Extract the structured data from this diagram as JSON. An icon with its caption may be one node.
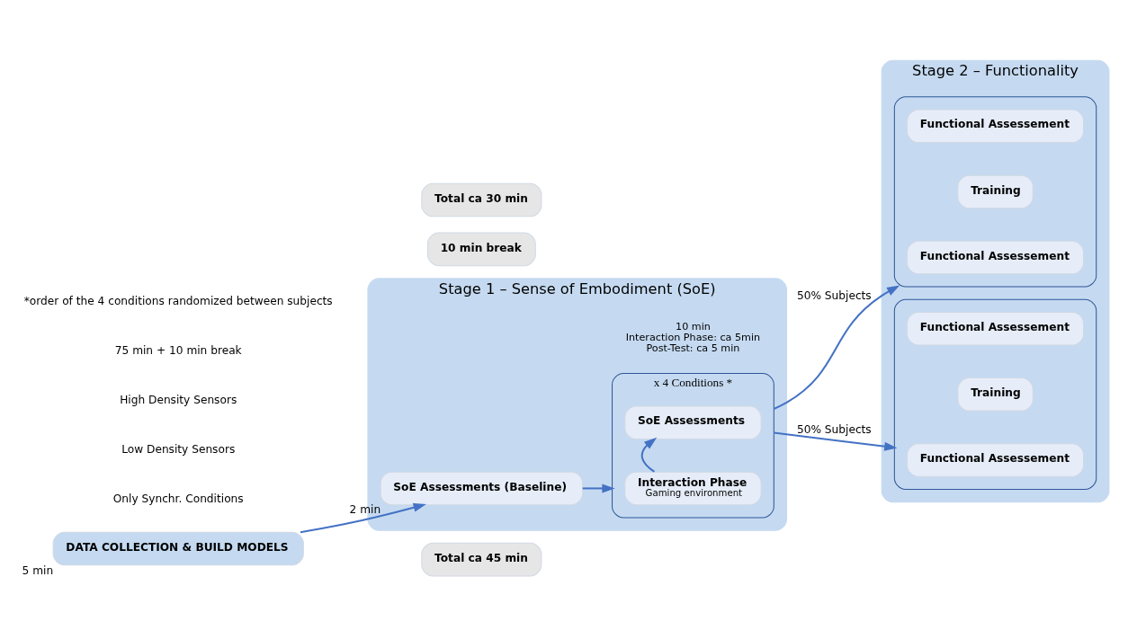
{
  "diagram": {
    "nodes": [
      {
        "text": [
          "DATA COLLECTION & BUILD MODELS"
        ],
        "beside": [
          "5 min"
        ]
      },
      {
        "text": [
          "Stage 1 – Sense of Embodiment (SoE)"
        ]
      },
      {
        "text": [
          "SoE Assessments (Baseline)"
        ],
        "in": 1,
        "beside": [
          "2 min"
        ]
      },
      {
        "text": [
          "x 4 Conditions *"
        ],
        "in": 1,
        "beside": [
          "10 min",
          "Interaction Phase: ca 5min",
          "Post-Test: ca 5 min"
        ]
      },
      {
        "text": [
          "Interaction Phase",
          "Gaming environment"
        ],
        "in": 3
      },
      {
        "text": [
          "SoE Assessments"
        ],
        "in": 3
      },
      {
        "text": [
          "Stage 2 – Functionality"
        ]
      },
      {
        "text": [],
        "shape": "box",
        "in": 6
      },
      {
        "text": [
          "Functional Assessement"
        ],
        "in": 7
      },
      {
        "text": [
          "Training"
        ],
        "in": 7
      },
      {
        "text": [
          "Functional Assessement"
        ],
        "in": 7
      },
      {
        "text": [],
        "shape": "box",
        "in": 6
      },
      {
        "text": [
          "Functional Assessement"
        ],
        "in": 11
      },
      {
        "text": [
          "Training"
        ],
        "in": 11
      },
      {
        "text": [
          "Functional Assessement"
        ],
        "in": 11
      },
      {
        "text": [
          "Total ca 45 min"
        ]
      },
      {
        "text": [
          "10 min break"
        ]
      },
      {
        "text": [
          "Total ca 30 min"
        ]
      }
    ],
    "edges": [
      {
        "from": 0,
        "to": 2,
        "arrow": "to"
      },
      {
        "from": 2,
        "to": 3,
        "arrow": "to"
      },
      {
        "from": 4,
        "to": 5,
        "arrow": "to"
      },
      {
        "from": 3,
        "to": 7,
        "arrow": "to",
        "label": "50% Subjects"
      },
      {
        "from": 3,
        "to": 11,
        "arrow": "to",
        "label": "50% Subjects"
      }
    ],
    "labels": [
      "Only Synchr. Conditions",
      "Low Density Sensors",
      "High Density Sensors",
      "75 min + 10 min break",
      "*order of the 4 conditions randomized between subjects"
    ]
  }
}
